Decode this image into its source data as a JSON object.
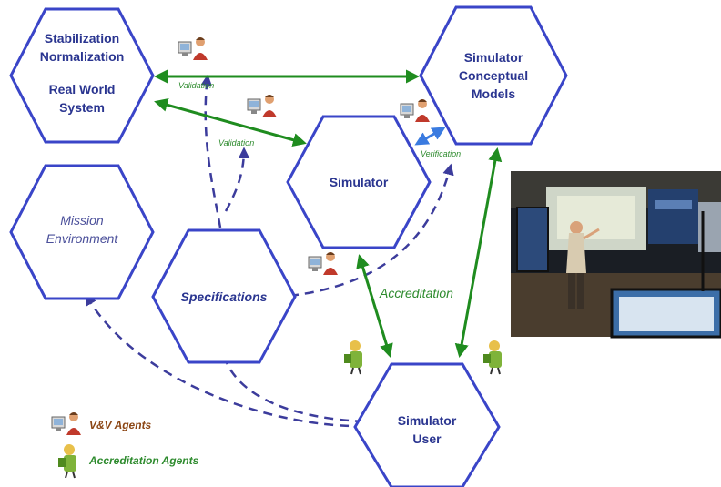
{
  "nodes": {
    "real_world": {
      "line1": "Stabilization",
      "line2": "Normalization",
      "line3": "Real World",
      "line4": "System"
    },
    "conceptual": {
      "line1": "Simulator",
      "line2": "Conceptual",
      "line3": "Models"
    },
    "simulator": {
      "label": "Simulator"
    },
    "mission": {
      "line1": "Mission",
      "line2": "Environment"
    },
    "specifications": {
      "label": "Specifications"
    },
    "user": {
      "line1": "Simulator",
      "line2": "User"
    }
  },
  "edges": {
    "validation_top": "Validation",
    "validation_mid": "Validation",
    "verification": "Verification",
    "accreditation": "Accreditation"
  },
  "legend": {
    "vv": "V&V Agents",
    "accreditation": "Accreditation Agents"
  },
  "colors": {
    "hex_stroke": "#3a45c8",
    "green_arrow": "#1f8c1f",
    "dashed_arrow": "#3c3c9c",
    "verification_arrow": "#3a7be0"
  },
  "icons": {
    "vv_agent": "person-at-computer-icon",
    "accreditation_agent": "person-with-badge-icon",
    "photo": "presenter-at-screens-photo"
  }
}
